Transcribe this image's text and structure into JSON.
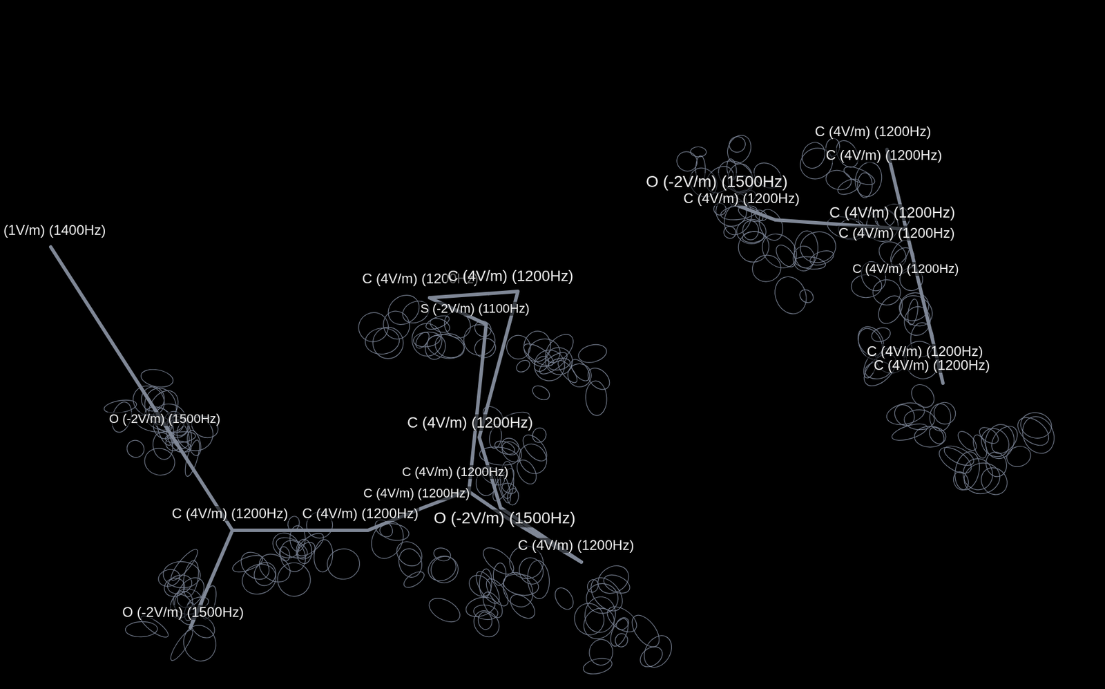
{
  "diagram": {
    "labels": [
      "(1V/m) (1400Hz)",
      "C (4V/m) (1200Hz)",
      "C (4V/m) (1200Hz)",
      "O (-2V/m) (1500Hz)",
      "C (4V/m) (1200Hz)",
      "C (4V/m) (1200Hz)",
      "C (4V/m) (1200Hz)",
      "C (4V/m) (1200Hz)",
      "C (4V/m) (1200Hz)",
      "C (4V/m) (1200Hz)",
      "S (-2V/m) (1100Hz)",
      "C (4V/m) (1200Hz)",
      "C (4V/m) (1200Hz)",
      "C (4V/m) (1200Hz)",
      "O (-2V/m) (1500Hz)",
      "C (4V/m) (1200Hz)",
      "C (4V/m) (1200Hz)",
      "C (4V/m) (1200Hz)",
      "C (4V/m) (1200Hz)",
      "O (-2V/m) (1500Hz)",
      "C (4V/m) (1200Hz)",
      "O (-2V/m) (1500Hz)"
    ]
  }
}
